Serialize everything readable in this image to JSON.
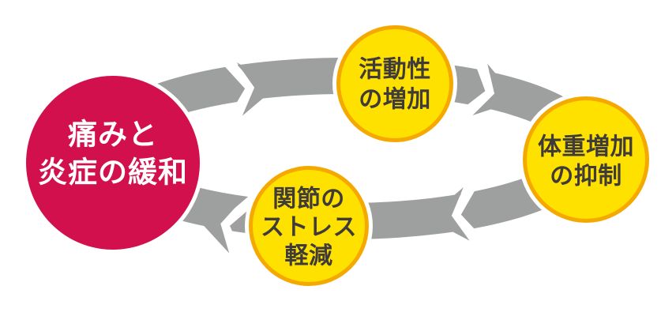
{
  "diagram": {
    "type": "cycle",
    "background": "#ffffff",
    "arrow_color": "#9e9f9f",
    "gap_color": "#ffffff",
    "nodes": [
      {
        "id": "pain-relief",
        "lines": [
          "痛みと",
          "炎症の緩和"
        ],
        "fill": "#d2104e",
        "border": "#ffffff",
        "text_color": "#ffffff"
      },
      {
        "id": "activity-increase",
        "lines": [
          "活動性",
          "の増加"
        ],
        "fill": "#ffe100",
        "border": "#f5a800",
        "text_color": "#3f3b3a"
      },
      {
        "id": "weight-gain-suppression",
        "lines": [
          "体重増加",
          "の抑制"
        ],
        "fill": "#ffe100",
        "border": "#f5a800",
        "text_color": "#3f3b3a"
      },
      {
        "id": "joint-stress-reduction",
        "lines": [
          "関節の",
          "ストレス",
          "軽減"
        ],
        "fill": "#ffe100",
        "border": "#f5a800",
        "text_color": "#3f3b3a"
      }
    ],
    "arrows": [
      {
        "from": "pain-relief",
        "to": "activity-increase",
        "direction": "clockwise"
      },
      {
        "from": "activity-increase",
        "to": "weight-gain-suppression",
        "direction": "clockwise"
      },
      {
        "from": "weight-gain-suppression",
        "to": "joint-stress-reduction",
        "direction": "clockwise"
      },
      {
        "from": "joint-stress-reduction",
        "to": "pain-relief",
        "direction": "clockwise"
      }
    ]
  }
}
